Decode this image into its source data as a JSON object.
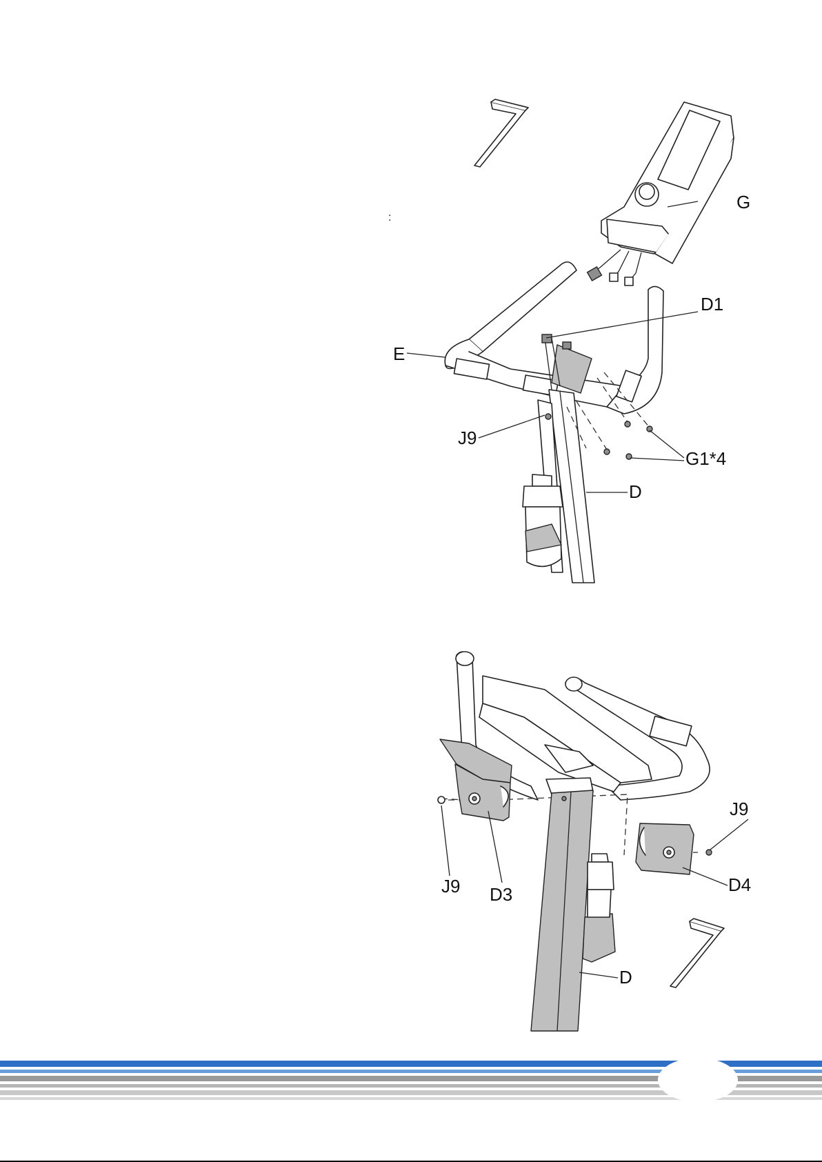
{
  "figure1": {
    "labels": {
      "G": "G",
      "D1": "D1",
      "E": "E",
      "J9": "J9",
      "G1": "G1*4",
      "D": "D",
      "colon": ":"
    },
    "icons": [
      "allen-key-icon",
      "console-icon",
      "handlebar-icon",
      "bracket-icon",
      "bolt-icon",
      "water-bottle-icon"
    ]
  },
  "figure2": {
    "labels": {
      "J9_right": "J9",
      "J9_left": "J9",
      "D3": "D3",
      "D4": "D4",
      "D": "D"
    },
    "icons": [
      "handlebar-icon",
      "console-icon",
      "left-cover-icon",
      "right-cover-icon",
      "bolt-icon",
      "allen-key-icon",
      "water-bottle-icon"
    ]
  },
  "footer": {
    "colors": {
      "blue": "#2f6fc6",
      "light_blue": "#6a9edb",
      "gray": "#9a9a9a",
      "light_gray": "#c8c8c8"
    }
  }
}
